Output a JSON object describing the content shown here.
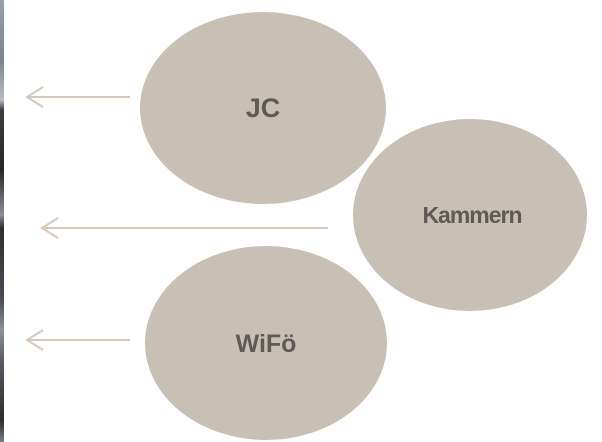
{
  "colors": {
    "bubble_fill": "#c8bfb5",
    "bubble_stroke": "#ffffff",
    "arrow": "#d6c8bc",
    "label_text": "#5f5a57"
  },
  "nodes": [
    {
      "id": "jc",
      "label": "JC"
    },
    {
      "id": "kammern",
      "label": "Kammern"
    },
    {
      "id": "wifo",
      "label": "WiFö"
    }
  ],
  "arrows": [
    {
      "from": "jc",
      "direction": "left"
    },
    {
      "from": "kammern",
      "direction": "left"
    },
    {
      "from": "wifo",
      "direction": "left"
    }
  ]
}
